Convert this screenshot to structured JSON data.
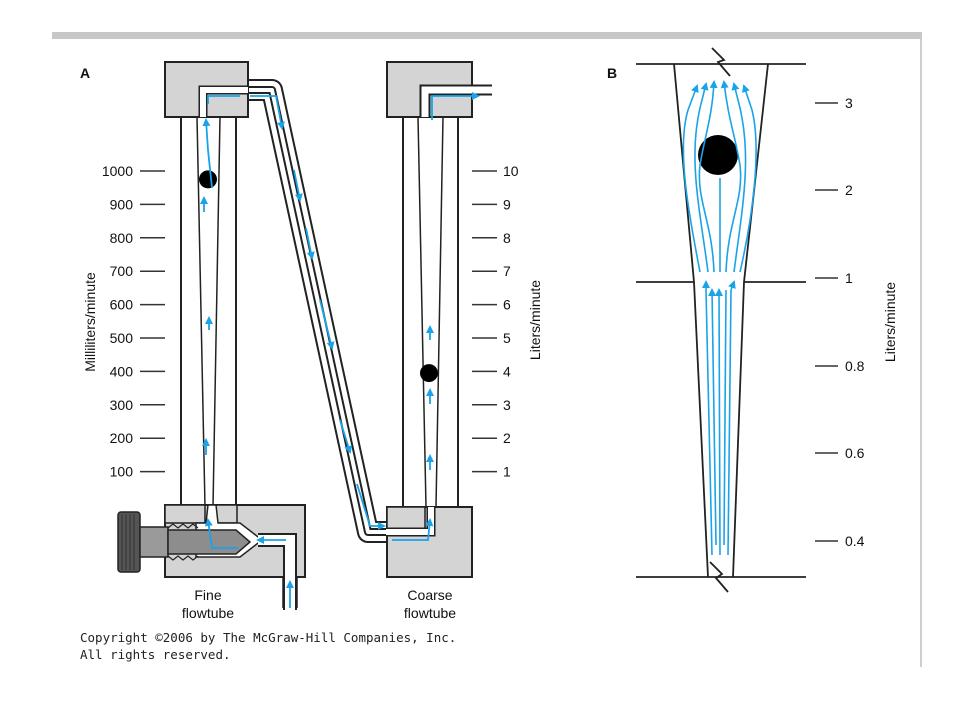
{
  "panel_a": {
    "label": "A",
    "left_axis_title": "Milliliters/minute",
    "right_axis_title": "Liters/minute",
    "left_ticks": [
      "1000",
      "900",
      "800",
      "700",
      "600",
      "500",
      "400",
      "300",
      "200",
      "100"
    ],
    "right_ticks": [
      "10",
      "9",
      "8",
      "7",
      "6",
      "5",
      "4",
      "3",
      "2",
      "1"
    ],
    "fine_label_line1": "Fine",
    "fine_label_line2": "flowtube",
    "coarse_label_line1": "Coarse",
    "coarse_label_line2": "flowtube",
    "fine_float_reading": 975,
    "coarse_float_reading": 3.95
  },
  "panel_b": {
    "label": "B",
    "axis_title": "Liters/minute",
    "ticks": [
      "3",
      "2",
      "1",
      "0.8",
      "0.6",
      "0.4"
    ]
  },
  "copyright": {
    "line1": "Copyright ©2006 by The McGraw-Hill Companies, Inc.",
    "line2": "All rights reserved."
  },
  "colors": {
    "flow_arrow": "#1aa3e8",
    "housing": "#d4d4d4",
    "outline": "#222222",
    "float": "#000000",
    "topbar": "#c7c7c7"
  }
}
